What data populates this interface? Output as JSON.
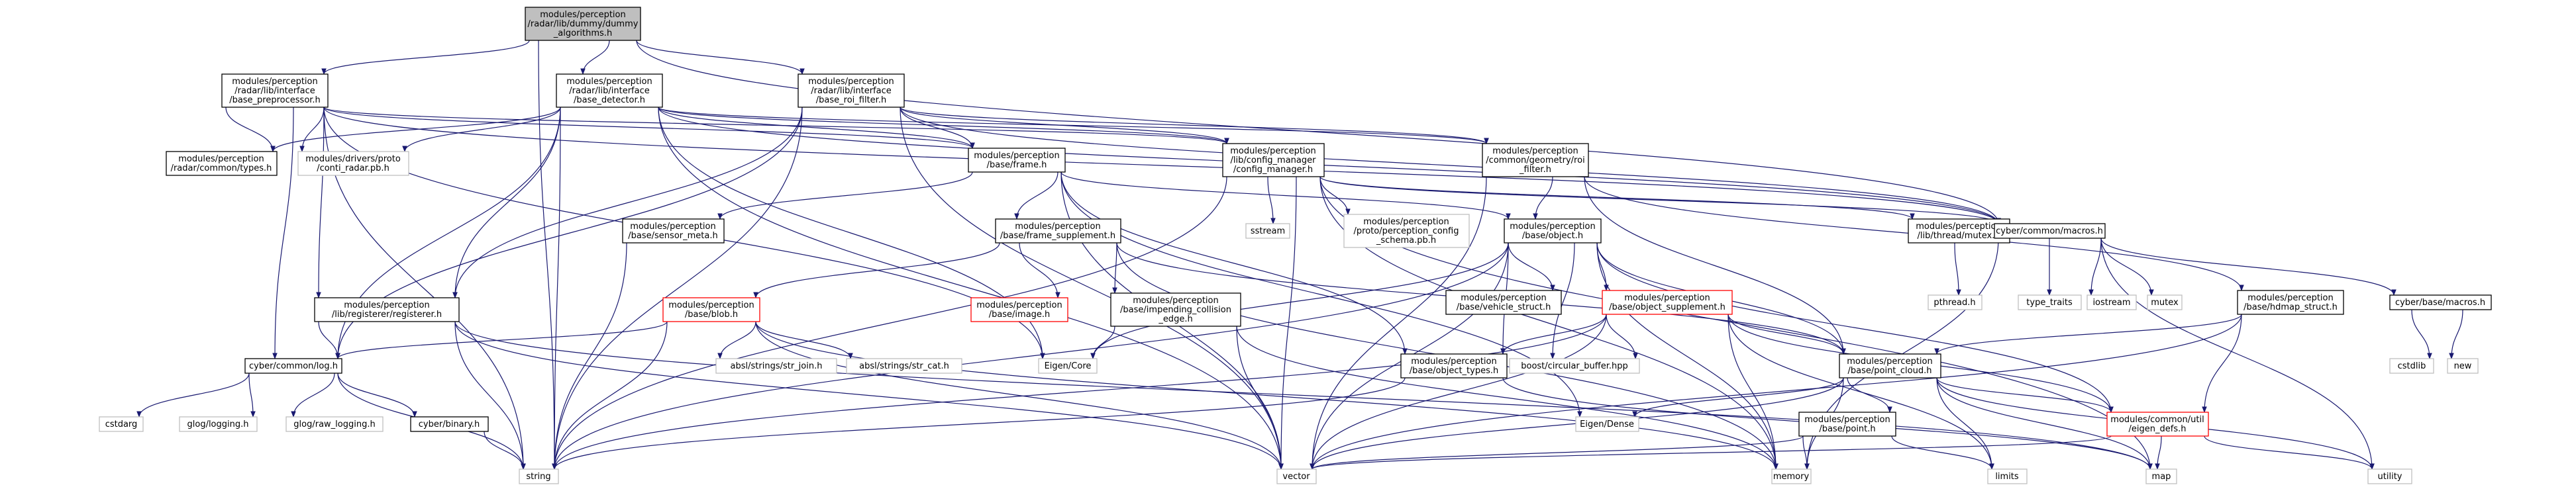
{
  "colors": {
    "root_fill": "#bfbfbf",
    "node_fill": "#ffffff",
    "node_border": "#000000",
    "external_border": "#bfbfbf",
    "truncated_border": "#ff0000",
    "external_text": "#404040",
    "edge": "#191970"
  },
  "nodes": [
    {
      "id": "root",
      "lines": [
        "modules/perception",
        "/radar/lib/dummy/dummy",
        "_algorithms.h"
      ],
      "kind": "root"
    },
    {
      "id": "base_preprocessor",
      "lines": [
        "modules/perception",
        "/radar/lib/interface",
        "/base_preprocessor.h"
      ],
      "kind": "normal"
    },
    {
      "id": "base_detector",
      "lines": [
        "modules/perception",
        "/radar/lib/interface",
        "/base_detector.h"
      ],
      "kind": "normal"
    },
    {
      "id": "base_roi_filter",
      "lines": [
        "modules/perception",
        "/radar/lib/interface",
        "/base_roi_filter.h"
      ],
      "kind": "normal"
    },
    {
      "id": "radar_types",
      "lines": [
        "modules/perception",
        "/radar/common/types.h"
      ],
      "kind": "normal"
    },
    {
      "id": "conti_radar",
      "lines": [
        "modules/drivers/proto",
        "/conti_radar.pb.h"
      ],
      "kind": "external"
    },
    {
      "id": "frame",
      "lines": [
        "modules/perception",
        "/base/frame.h"
      ],
      "kind": "normal"
    },
    {
      "id": "config_manager",
      "lines": [
        "modules/perception",
        "/lib/config_manager",
        "/config_manager.h"
      ],
      "kind": "normal"
    },
    {
      "id": "geometry_roi",
      "lines": [
        "modules/perception",
        "/common/geometry/roi",
        "_filter.h"
      ],
      "kind": "normal"
    },
    {
      "id": "sensor_meta",
      "lines": [
        "modules/perception",
        "/base/sensor_meta.h"
      ],
      "kind": "normal"
    },
    {
      "id": "sstream",
      "lines": [
        "sstream"
      ],
      "kind": "external"
    },
    {
      "id": "perception_config_schema",
      "lines": [
        "modules/perception",
        "/proto/perception_config",
        "_schema.pb.h"
      ],
      "kind": "external"
    },
    {
      "id": "frame_supplement",
      "lines": [
        "modules/perception",
        "/base/frame_supplement.h"
      ],
      "kind": "normal"
    },
    {
      "id": "object",
      "lines": [
        "modules/perception",
        "/base/object.h"
      ],
      "kind": "normal"
    },
    {
      "id": "thread_mutex",
      "lines": [
        "modules/perception",
        "/lib/thread/mutex.h"
      ],
      "kind": "normal"
    },
    {
      "id": "cyber_macros",
      "lines": [
        "cyber/common/macros.h"
      ],
      "kind": "normal"
    },
    {
      "id": "registerer",
      "lines": [
        "modules/perception",
        "/lib/registerer/registerer.h"
      ],
      "kind": "normal"
    },
    {
      "id": "blob",
      "lines": [
        "modules/perception",
        "/base/blob.h"
      ],
      "kind": "truncated"
    },
    {
      "id": "base_image",
      "lines": [
        "modules/perception",
        "/base/image.h"
      ],
      "kind": "truncated"
    },
    {
      "id": "impending_collision",
      "lines": [
        "modules/perception",
        "/base/impending_collision",
        "_edge.h"
      ],
      "kind": "normal"
    },
    {
      "id": "vehicle_struct",
      "lines": [
        "modules/perception",
        "/base/vehicle_struct.h"
      ],
      "kind": "normal"
    },
    {
      "id": "object_supplement",
      "lines": [
        "modules/perception",
        "/base/object_supplement.h"
      ],
      "kind": "truncated"
    },
    {
      "id": "pthread",
      "lines": [
        "pthread.h"
      ],
      "kind": "external"
    },
    {
      "id": "type_traits",
      "lines": [
        "type_traits"
      ],
      "kind": "external"
    },
    {
      "id": "iostream",
      "lines": [
        "iostream"
      ],
      "kind": "external"
    },
    {
      "id": "mutex",
      "lines": [
        "mutex"
      ],
      "kind": "external"
    },
    {
      "id": "hdmap_struct",
      "lines": [
        "modules/perception",
        "/base/hdmap_struct.h"
      ],
      "kind": "normal"
    },
    {
      "id": "cyber_base_macros",
      "lines": [
        "cyber/base/macros.h"
      ],
      "kind": "normal"
    },
    {
      "id": "cstdlib",
      "lines": [
        "cstdlib"
      ],
      "kind": "external"
    },
    {
      "id": "new",
      "lines": [
        "new"
      ],
      "kind": "external"
    },
    {
      "id": "cyber_log",
      "lines": [
        "cyber/common/log.h"
      ],
      "kind": "normal"
    },
    {
      "id": "str_join",
      "lines": [
        "absl/strings/str_join.h"
      ],
      "kind": "external"
    },
    {
      "id": "str_cat",
      "lines": [
        "absl/strings/str_cat.h"
      ],
      "kind": "external"
    },
    {
      "id": "eigen_core",
      "lines": [
        "Eigen/Core"
      ],
      "kind": "external"
    },
    {
      "id": "circular_buffer",
      "lines": [
        "boost/circular_buffer.hpp"
      ],
      "kind": "external"
    },
    {
      "id": "object_types",
      "lines": [
        "modules/perception",
        "/base/object_types.h"
      ],
      "kind": "normal"
    },
    {
      "id": "point_cloud",
      "lines": [
        "modules/perception",
        "/base/point_cloud.h"
      ],
      "kind": "normal"
    },
    {
      "id": "eigen_dense",
      "lines": [
        "Eigen/Dense"
      ],
      "kind": "external"
    },
    {
      "id": "base_point",
      "lines": [
        "modules/perception",
        "/base/point.h"
      ],
      "kind": "normal"
    },
    {
      "id": "eigen_defs",
      "lines": [
        "modules/common/util",
        "/eigen_defs.h"
      ],
      "kind": "truncated"
    },
    {
      "id": "cstdarg",
      "lines": [
        "cstdarg"
      ],
      "kind": "external"
    },
    {
      "id": "glog_logging",
      "lines": [
        "glog/logging.h"
      ],
      "kind": "external"
    },
    {
      "id": "glog_raw_logging",
      "lines": [
        "glog/raw_logging.h"
      ],
      "kind": "external"
    },
    {
      "id": "cyber_binary",
      "lines": [
        "cyber/binary.h"
      ],
      "kind": "normal"
    },
    {
      "id": "string",
      "lines": [
        "string"
      ],
      "kind": "external"
    },
    {
      "id": "vector",
      "lines": [
        "vector"
      ],
      "kind": "external"
    },
    {
      "id": "memory",
      "lines": [
        "memory"
      ],
      "kind": "external"
    },
    {
      "id": "limits",
      "lines": [
        "limits"
      ],
      "kind": "external"
    },
    {
      "id": "map",
      "lines": [
        "map"
      ],
      "kind": "external"
    },
    {
      "id": "utility",
      "lines": [
        "utility"
      ],
      "kind": "external"
    }
  ],
  "edges": [
    [
      "root",
      "base_preprocessor"
    ],
    [
      "root",
      "base_detector"
    ],
    [
      "root",
      "base_roi_filter"
    ],
    [
      "root",
      "cyber_macros"
    ],
    [
      "root",
      "string"
    ],
    [
      "base_preprocessor",
      "radar_types"
    ],
    [
      "base_preprocessor",
      "conti_radar"
    ],
    [
      "base_preprocessor",
      "frame"
    ],
    [
      "base_preprocessor",
      "config_manager"
    ],
    [
      "base_preprocessor",
      "registerer"
    ],
    [
      "base_preprocessor",
      "cyber_log"
    ],
    [
      "base_preprocessor",
      "cyber_macros"
    ],
    [
      "base_preprocessor",
      "string"
    ],
    [
      "base_preprocessor",
      "eigen_core"
    ],
    [
      "base_detector",
      "radar_types"
    ],
    [
      "base_detector",
      "conti_radar"
    ],
    [
      "base_detector",
      "frame"
    ],
    [
      "base_detector",
      "config_manager"
    ],
    [
      "base_detector",
      "registerer"
    ],
    [
      "base_detector",
      "cyber_log"
    ],
    [
      "base_detector",
      "cyber_macros"
    ],
    [
      "base_detector",
      "string"
    ],
    [
      "base_detector",
      "eigen_core"
    ],
    [
      "base_detector",
      "geometry_roi"
    ],
    [
      "base_detector",
      "vector"
    ],
    [
      "base_roi_filter",
      "frame"
    ],
    [
      "base_roi_filter",
      "config_manager"
    ],
    [
      "base_roi_filter",
      "geometry_roi"
    ],
    [
      "base_roi_filter",
      "registerer"
    ],
    [
      "base_roi_filter",
      "cyber_log"
    ],
    [
      "base_roi_filter",
      "cyber_macros"
    ],
    [
      "base_roi_filter",
      "string"
    ],
    [
      "base_roi_filter",
      "vector"
    ],
    [
      "frame",
      "sensor_meta"
    ],
    [
      "frame",
      "frame_supplement"
    ],
    [
      "frame",
      "object"
    ],
    [
      "frame",
      "eigen_dense"
    ],
    [
      "frame",
      "vector"
    ],
    [
      "frame",
      "object_types"
    ],
    [
      "config_manager",
      "sstream"
    ],
    [
      "config_manager",
      "perception_config_schema"
    ],
    [
      "config_manager",
      "thread_mutex"
    ],
    [
      "config_manager",
      "cyber_macros"
    ],
    [
      "config_manager",
      "map"
    ],
    [
      "config_manager",
      "memory"
    ],
    [
      "config_manager",
      "string"
    ],
    [
      "config_manager",
      "vector"
    ],
    [
      "geometry_roi",
      "object"
    ],
    [
      "geometry_roi",
      "hdmap_struct"
    ],
    [
      "geometry_roi",
      "point_cloud"
    ],
    [
      "geometry_roi",
      "vector"
    ],
    [
      "sensor_meta",
      "string"
    ],
    [
      "frame_supplement",
      "blob"
    ],
    [
      "frame_supplement",
      "base_image"
    ],
    [
      "frame_supplement",
      "impending_collision"
    ],
    [
      "frame_supplement",
      "point_cloud"
    ],
    [
      "frame_supplement",
      "memory"
    ],
    [
      "object",
      "vehicle_struct"
    ],
    [
      "object",
      "object_supplement"
    ],
    [
      "object",
      "circular_buffer"
    ],
    [
      "object",
      "object_types"
    ],
    [
      "object",
      "point_cloud"
    ],
    [
      "object",
      "eigen_core"
    ],
    [
      "object",
      "string"
    ],
    [
      "object",
      "vector"
    ],
    [
      "object",
      "memory"
    ],
    [
      "object",
      "eigen_defs"
    ],
    [
      "thread_mutex",
      "pthread"
    ],
    [
      "cyber_macros",
      "type_traits"
    ],
    [
      "cyber_macros",
      "iostream"
    ],
    [
      "cyber_macros",
      "mutex"
    ],
    [
      "cyber_macros",
      "cyber_base_macros"
    ],
    [
      "cyber_macros",
      "memory"
    ],
    [
      "cyber_macros",
      "utility"
    ],
    [
      "registerer",
      "cyber_log"
    ],
    [
      "registerer",
      "string"
    ],
    [
      "registerer",
      "vector"
    ],
    [
      "registerer",
      "map"
    ],
    [
      "blob",
      "str_join"
    ],
    [
      "blob",
      "str_cat"
    ],
    [
      "blob",
      "cyber_log"
    ],
    [
      "blob",
      "string"
    ],
    [
      "blob",
      "vector"
    ],
    [
      "blob",
      "memory"
    ],
    [
      "impending_collision",
      "eigen_core"
    ],
    [
      "impending_collision",
      "vector"
    ],
    [
      "impending_collision",
      "memory"
    ],
    [
      "object_supplement",
      "circular_buffer"
    ],
    [
      "object_supplement",
      "object_types"
    ],
    [
      "object_supplement",
      "point_cloud"
    ],
    [
      "object_supplement",
      "eigen_defs"
    ],
    [
      "object_supplement",
      "string"
    ],
    [
      "object_supplement",
      "vector"
    ],
    [
      "object_supplement",
      "memory"
    ],
    [
      "object_supplement",
      "limits"
    ],
    [
      "hdmap_struct",
      "point_cloud"
    ],
    [
      "hdmap_struct",
      "eigen_defs"
    ],
    [
      "hdmap_struct",
      "vector"
    ],
    [
      "cyber_base_macros",
      "cstdlib"
    ],
    [
      "cyber_base_macros",
      "new"
    ],
    [
      "cyber_log",
      "cstdarg"
    ],
    [
      "cyber_log",
      "glog_logging"
    ],
    [
      "cyber_log",
      "glog_raw_logging"
    ],
    [
      "cyber_log",
      "cyber_binary"
    ],
    [
      "cyber_log",
      "string"
    ],
    [
      "cyber_binary",
      "string"
    ],
    [
      "object_types",
      "string"
    ],
    [
      "object_types",
      "map"
    ],
    [
      "point_cloud",
      "base_point"
    ],
    [
      "point_cloud",
      "eigen_defs"
    ],
    [
      "point_cloud",
      "eigen_dense"
    ],
    [
      "point_cloud",
      "vector"
    ],
    [
      "point_cloud",
      "memory"
    ],
    [
      "point_cloud",
      "limits"
    ],
    [
      "point_cloud",
      "map"
    ],
    [
      "point_cloud",
      "utility"
    ],
    [
      "base_point",
      "vector"
    ],
    [
      "base_point",
      "memory"
    ],
    [
      "base_point",
      "limits"
    ],
    [
      "eigen_defs",
      "vector"
    ],
    [
      "eigen_defs",
      "map"
    ],
    [
      "eigen_defs",
      "utility"
    ]
  ]
}
